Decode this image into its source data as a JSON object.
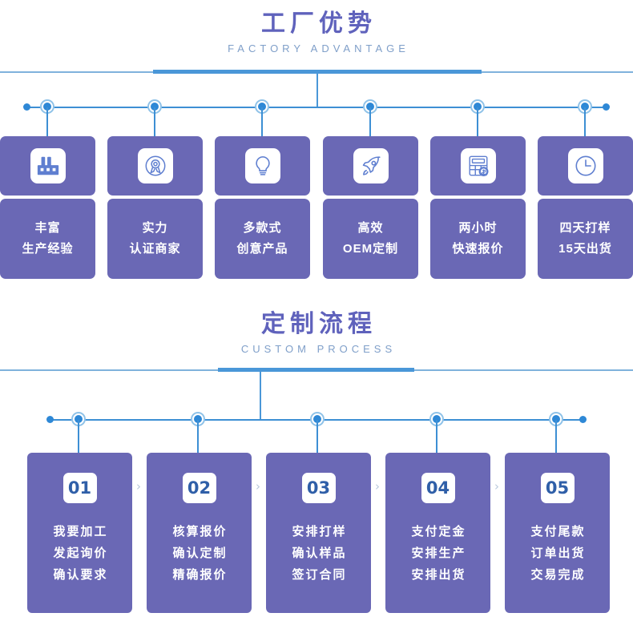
{
  "sections": [
    {
      "title": "工厂优势",
      "subtitle": "FACTORY ADVANTAGE"
    },
    {
      "title": "定制流程",
      "subtitle": "CUSTOM PROCESS"
    }
  ],
  "advantages": [
    {
      "icon": "factory-icon",
      "line1": "丰富",
      "line2": "生产经验"
    },
    {
      "icon": "award-badge-icon",
      "line1": "实力",
      "line2": "认证商家"
    },
    {
      "icon": "lightbulb-icon",
      "line1": "多款式",
      "line2": "创意产品"
    },
    {
      "icon": "rocket-icon",
      "line1": "高效",
      "line2": "OEM定制"
    },
    {
      "icon": "calculator-icon",
      "line1": "两小时",
      "line2": "快速报价"
    },
    {
      "icon": "clock-icon",
      "line1": "四天打样",
      "line2": "15天出货"
    }
  ],
  "process": [
    {
      "number": "01",
      "line1": "我要加工",
      "line2": "发起询价",
      "line3": "确认要求"
    },
    {
      "number": "02",
      "line1": "核算报价",
      "line2": "确认定制",
      "line3": "精确报价"
    },
    {
      "number": "03",
      "line1": "安排打样",
      "line2": "确认样品",
      "line3": "签订合同"
    },
    {
      "number": "04",
      "line1": "支付定金",
      "line2": "安排生产",
      "line3": "安排出货"
    },
    {
      "number": "05",
      "line1": "支付尾款",
      "line2": "订单出货",
      "line3": "交易完成"
    }
  ],
  "separator": "›",
  "colors": {
    "card_purple": "#6a68b5",
    "title_purple": "#5f62bc",
    "subtitle_blue": "#7f9fc9",
    "line_blue": "#4a97d8",
    "node_blue": "#2e88d6",
    "number_blue": "#2f5fa8"
  }
}
